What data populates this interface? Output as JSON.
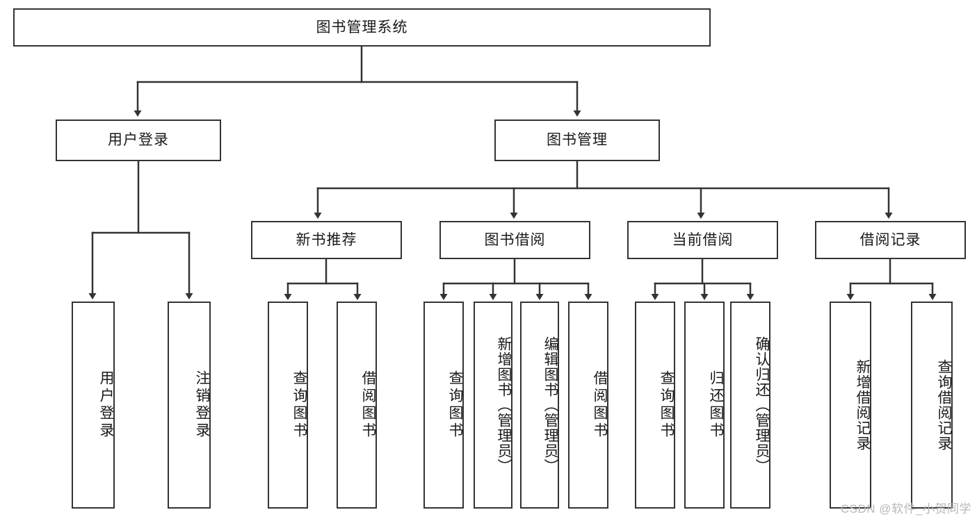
{
  "diagram": {
    "title": "图书管理系统",
    "type": "tree-hierarchy",
    "watermark": "CSDN @软件_小贺同学",
    "root": {
      "id": "root",
      "label": "图书管理系统"
    },
    "level1": [
      {
        "id": "user-login",
        "label": "用户登录"
      },
      {
        "id": "book-manage",
        "label": "图书管理"
      }
    ],
    "level2": [
      {
        "id": "new-book-recommend",
        "label": "新书推荐",
        "parent": "book-manage"
      },
      {
        "id": "book-borrow",
        "label": "图书借阅",
        "parent": "book-manage"
      },
      {
        "id": "current-borrow",
        "label": "当前借阅",
        "parent": "book-manage"
      },
      {
        "id": "borrow-record",
        "label": "借阅记录",
        "parent": "book-manage"
      }
    ],
    "leaves": {
      "user_login": [
        {
          "id": "leaf-user-login",
          "label": "用户登录"
        },
        {
          "id": "leaf-logout-login",
          "label": "注销登录"
        }
      ],
      "new_book_recommend": [
        {
          "id": "leaf-query-book-1",
          "label": "查询图书"
        },
        {
          "id": "leaf-borrow-book-1",
          "label": "借阅图书"
        }
      ],
      "book_borrow": [
        {
          "id": "leaf-query-book-2",
          "label": "查询图书"
        },
        {
          "id": "leaf-add-book",
          "label": "新增图书（管理员）"
        },
        {
          "id": "leaf-edit-book",
          "label": "编辑图书（管理员）"
        },
        {
          "id": "leaf-borrow-book-2",
          "label": "借阅图书"
        }
      ],
      "current_borrow": [
        {
          "id": "leaf-query-book-3",
          "label": "查询图书"
        },
        {
          "id": "leaf-return-book",
          "label": "归还图书"
        },
        {
          "id": "leaf-confirm-return",
          "label": "确认归还（管理员）"
        }
      ],
      "borrow_record": [
        {
          "id": "leaf-add-record",
          "label": "新增借阅记录"
        },
        {
          "id": "leaf-query-record",
          "label": "查询借阅记录"
        }
      ]
    },
    "colors": {
      "stroke": "#333333",
      "fill": "#ffffff",
      "text": "#1a1a1a",
      "watermark": "#b8b8b8"
    }
  }
}
